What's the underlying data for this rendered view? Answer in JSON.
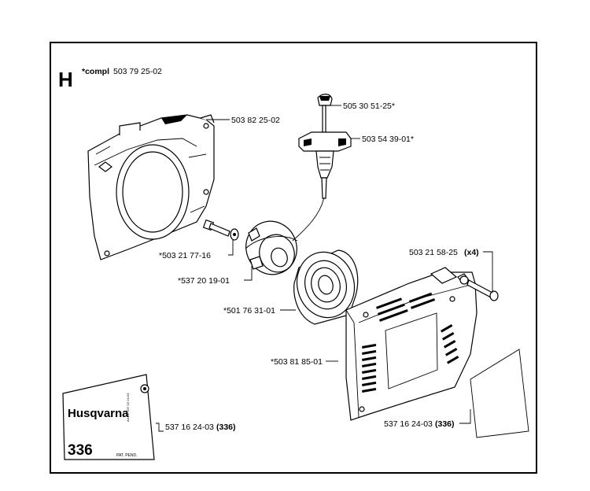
{
  "section": {
    "letter": "H",
    "compl_prefix": "*compl",
    "compl_number": "503 79 25-02"
  },
  "callouts": [
    {
      "id": "fan-housing",
      "text": "503 82 25-02"
    },
    {
      "id": "starter-pin",
      "text": "505 30 51-25*"
    },
    {
      "id": "starter-handle",
      "text": "503 54 39-01*"
    },
    {
      "id": "pulley-screw",
      "text": "*503 21 77-16"
    },
    {
      "id": "rope-pulley",
      "text": "*537 20 19-01"
    },
    {
      "id": "recoil-spring",
      "text": "*501 76 31-01"
    },
    {
      "id": "starter-screw",
      "text": "503 21 58-25",
      "qty": "(x4)"
    },
    {
      "id": "starter-housing",
      "text": "*503 81 85-01"
    },
    {
      "id": "decal-left",
      "text": "537 16 24-03",
      "model": "(336)"
    },
    {
      "id": "decal-right",
      "text": "537 16 24-03",
      "model": "(336)"
    }
  ],
  "decal": {
    "brand": "Husqvarna",
    "model": "336",
    "patent": "PAT. PEND.",
    "side_text": "Art. nr. 537 16 24-03"
  }
}
